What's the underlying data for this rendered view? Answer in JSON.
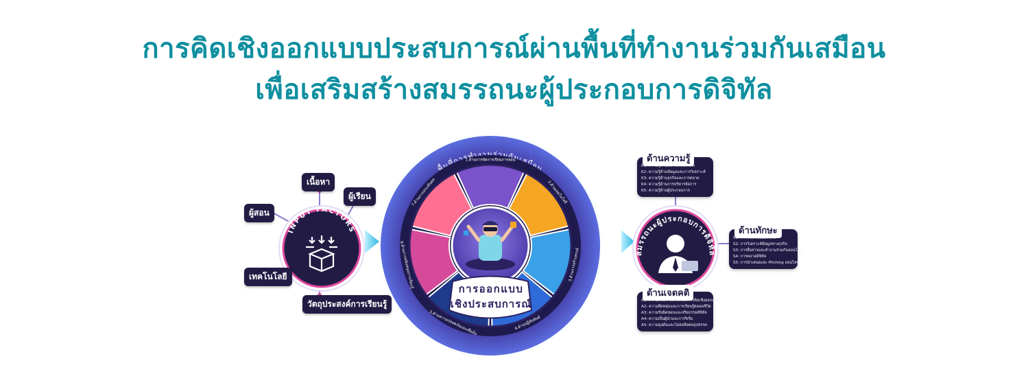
{
  "header": {
    "title_line1": "การคิดเชิงออกแบบประสบการณ์ผ่านพื้นที่ทำงานร่วมกันเสมือน",
    "title_line2": "เพื่อเสริมสร้างสมรรถนะผู้ประกอบการดิจิทัล"
  },
  "input": {
    "hub_label": "INPUT FACTORS",
    "factors": [
      "เนื้อหา",
      "ผู้เรียน",
      "ผู้สอน",
      "เทคโนโลยี",
      "วัตถุประสงค์การเรียนรู้"
    ]
  },
  "center": {
    "ring_label": "พื้นที่การทำงานร่วมกันเสมือน",
    "core_line1": "การออกแบบ",
    "core_line2": "เชิงประสบการณ์",
    "steps": [
      "1.ด้านการจัดการเรียนการสอน",
      "2.ด้านเทคโนโลยี",
      "3.ด้านการสร้างสรรค์",
      "4.ด้านปฏิสัมพันธ์",
      "5.ด้านความปลอดภัยและเชื่อมั่น",
      "6.ด้านการสนับสนุนการเรียนรู้",
      "7.ด้านการประเมินผล"
    ],
    "steps_color": [
      "#7a52c9",
      "#f5a623",
      "#3aa0e8",
      "#2f6bd8",
      "#1e3a8a",
      "#d64a9a",
      "#ff6f91"
    ]
  },
  "output": {
    "hub_label": "สมรรถนะผู้ประกอบการดิจิทัล",
    "knowledge": {
      "title": "ด้านความรู้",
      "items": [
        "K1: ความรู้ด้านเทคโนโลยีดิจิทัล",
        "K2: ความรู้ด้านข้อมูลและการวิเคราะห์",
        "K3: ความรู้ด้านธุรกิจและการตลาด",
        "K4: ความรู้ด้านการบริหารจัดการ",
        "K5: ความรู้ด้านผู้ประกอบการ"
      ]
    },
    "skills": {
      "title": "ด้านทักษะ",
      "items": [
        "S1: การใช้เครื่องมือดิจิทัล",
        "S2: การวิเคราะห์ข้อมูลทางธุรกิจ",
        "S3: การสื่อสารและทำงานร่วมกันออนไลน์",
        "S4: การตลาดดิจิทัล",
        "S5: การนำเสนอและ Pitching ออนไลน์"
      ]
    },
    "attitude": {
      "title": "ด้านเจตคติ",
      "items": [
        "A1: ความคิดสร้างสรรค์และการคิดเชิงออกแบบ",
        "A2: ความยืดหยุ่นและการเรียนรู้ตลอดชีวิต",
        "A3: ความรับผิดชอบและจริยธรรมดิจิทัล",
        "A4: ความเป็นผู้นำและการริเริ่ม",
        "A5: ความมุ่งมั่นและไม่ย่อท้อต่ออุปสรรค"
      ]
    }
  },
  "colors": {
    "title": "#0e8fa0",
    "navy": "#221c45",
    "ring": "#3b2a8c",
    "arrow": "#2a84c8"
  }
}
